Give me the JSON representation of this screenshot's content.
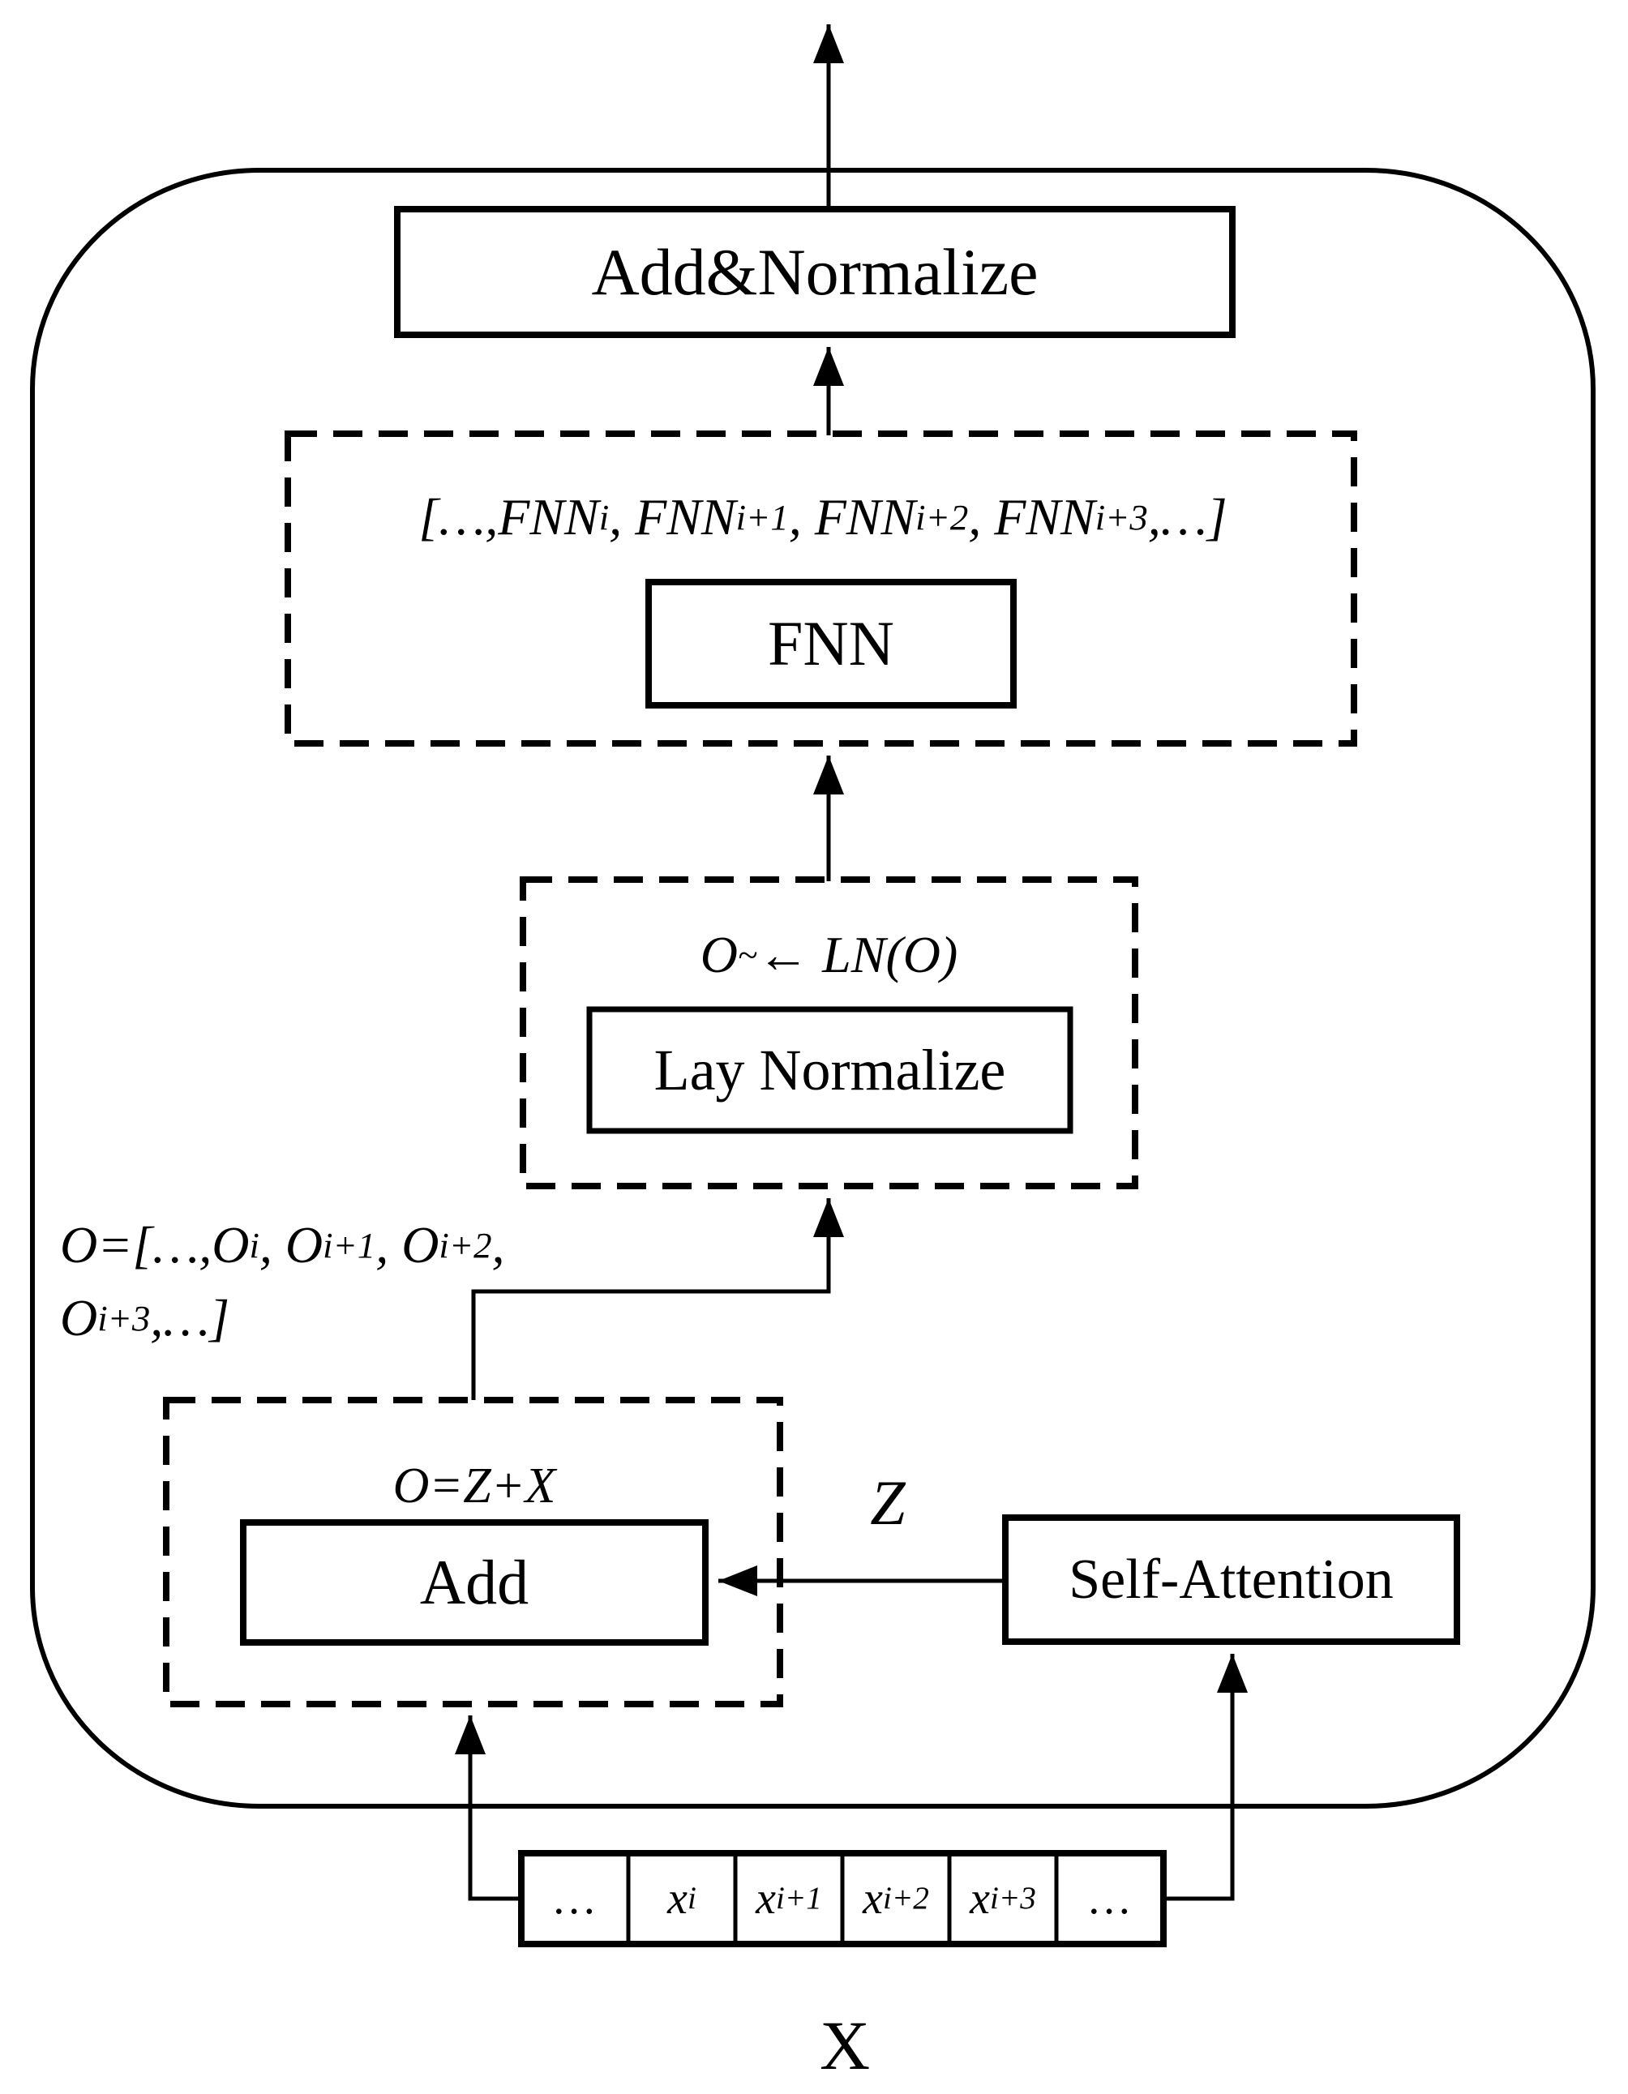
{
  "colors": {
    "ink": "#000000",
    "background": "#ffffff"
  },
  "blocks": {
    "add_normalize": {
      "label": "Add&Normalize"
    },
    "fnn_group": {
      "formula_parts": [
        {
          "t": "[…,FNN"
        },
        {
          "s": "i"
        },
        {
          "t": ", FNN"
        },
        {
          "s": "i+1"
        },
        {
          "t": ", FNN"
        },
        {
          "s": "i+2"
        },
        {
          "t": ", FNN"
        },
        {
          "s": "i+3"
        },
        {
          "t": ",…]"
        }
      ],
      "fnn_label": "FNN"
    },
    "layer_norm_group": {
      "formula_parts": [
        {
          "t": "O"
        },
        {
          "sup": "~"
        },
        {
          "t": " ← LN(O)"
        }
      ],
      "label": "Lay Normalize"
    },
    "add_group": {
      "formula_parts": [
        {
          "t": "O=Z+X"
        }
      ],
      "label": "Add"
    },
    "self_attention": {
      "label": "Self-Attention"
    }
  },
  "labels": {
    "o_output_line1_parts": [
      {
        "t": "O=[…,O"
      },
      {
        "s": "i"
      },
      {
        "t": ", O"
      },
      {
        "s": "i+1"
      },
      {
        "t": ", O"
      },
      {
        "s": "i+2"
      },
      {
        "t": ","
      }
    ],
    "o_output_line2_parts": [
      {
        "t": "O"
      },
      {
        "s": "i+3"
      },
      {
        "t": ",…]"
      }
    ],
    "z": "Z",
    "x": "X"
  },
  "sequence": {
    "cells": [
      {
        "parts": [
          {
            "t": "…"
          }
        ]
      },
      {
        "parts": [
          {
            "t": "x"
          },
          {
            "s": "i"
          }
        ]
      },
      {
        "parts": [
          {
            "t": "x"
          },
          {
            "s": "i+1"
          }
        ]
      },
      {
        "parts": [
          {
            "t": "x"
          },
          {
            "s": "i+2"
          }
        ]
      },
      {
        "parts": [
          {
            "t": "x"
          },
          {
            "s": "i+3"
          }
        ]
      },
      {
        "parts": [
          {
            "t": "…"
          }
        ]
      }
    ]
  }
}
